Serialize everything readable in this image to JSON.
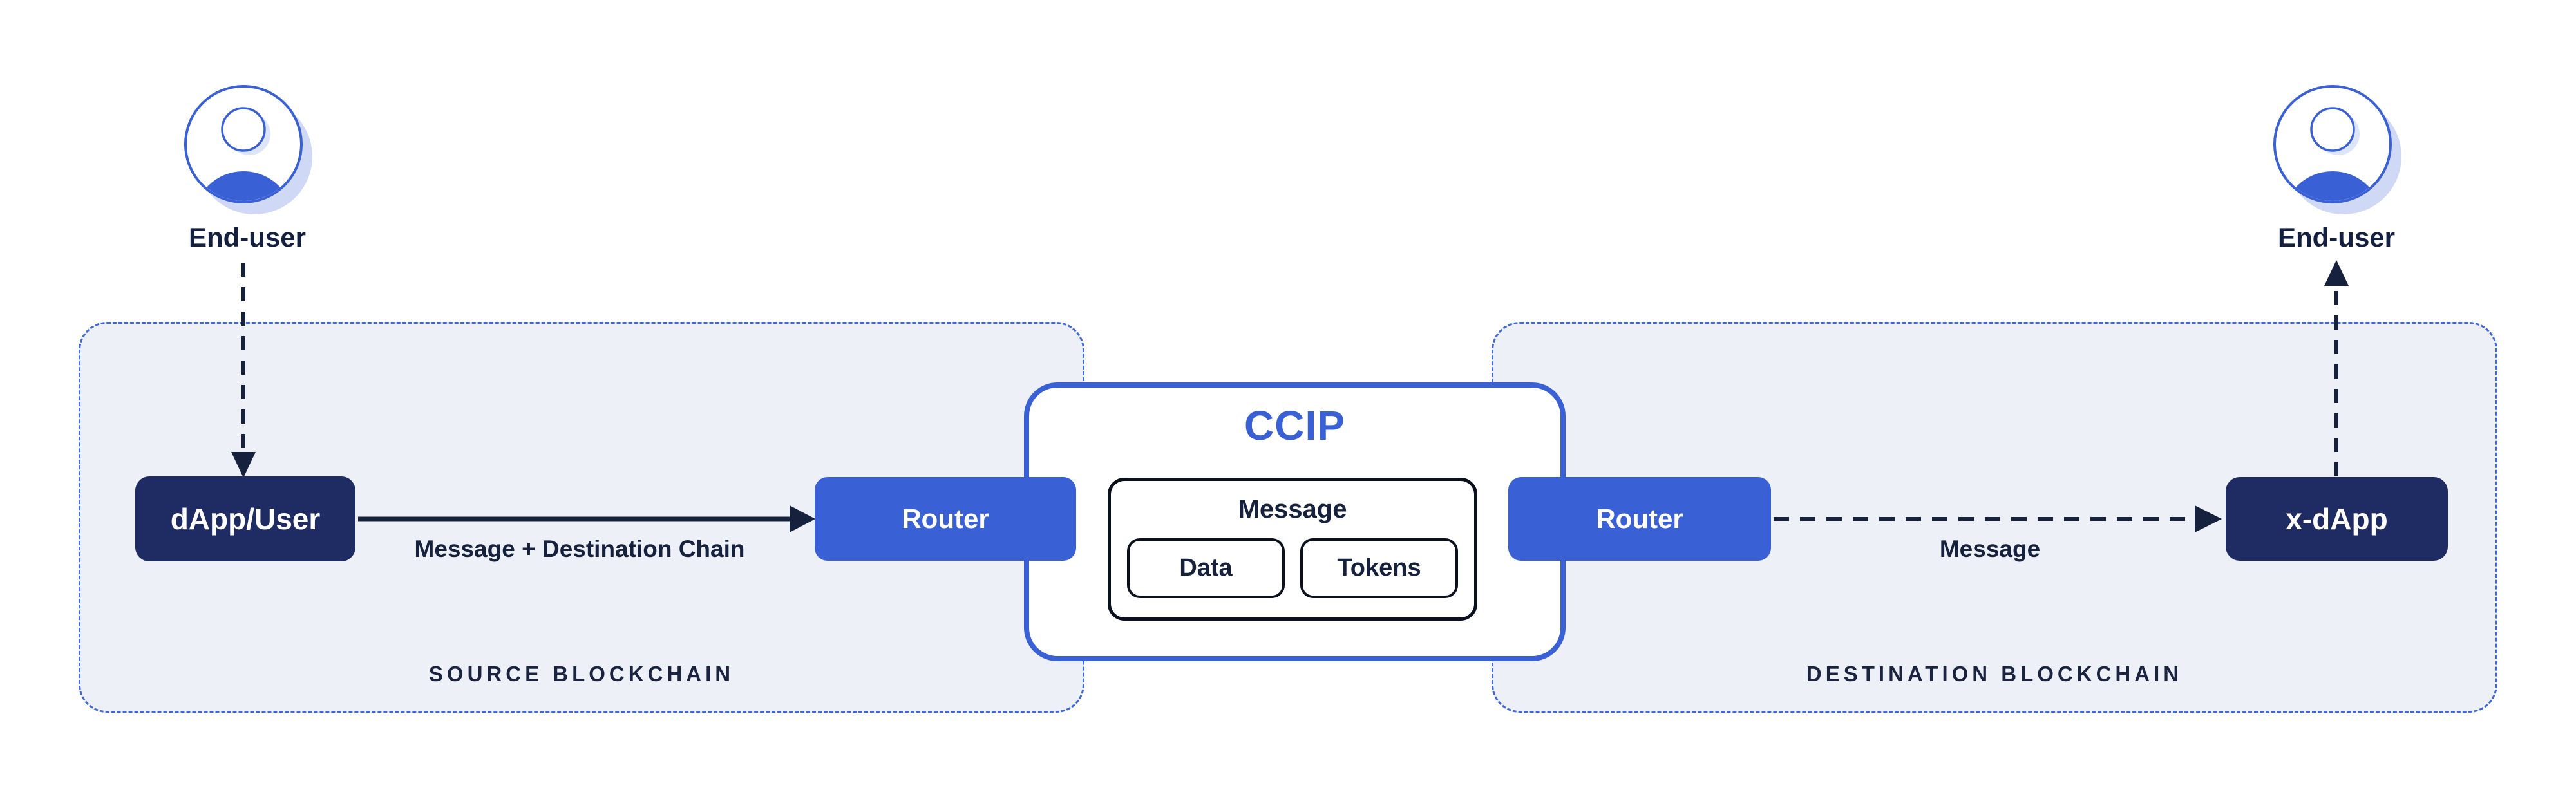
{
  "colors": {
    "accent_blue": "#3a60d6",
    "container_fill": "#eef0f8",
    "container_border": "#4168d9",
    "dark_box": "#1f2b63",
    "line_navy": "#16213e",
    "avatar_shadow": "#cfd9f6"
  },
  "source_user": {
    "label": "End-user"
  },
  "dest_user": {
    "label": "End-user"
  },
  "source_chain": {
    "label": "SOURCE BLOCKCHAIN",
    "dapp_label": "dApp/User",
    "router_label": "Router"
  },
  "ccip": {
    "title": "CCIP",
    "message_label": "Message",
    "data_label": "Data",
    "tokens_label": "Tokens"
  },
  "dest_chain": {
    "label": "DESTINATION BLOCKCHAIN",
    "router_label": "Router",
    "xdapp_label": "x-dApp"
  },
  "arrows": {
    "dapp_to_router_label": "Message + Destination Chain",
    "router_to_xdapp_label": "Message"
  }
}
